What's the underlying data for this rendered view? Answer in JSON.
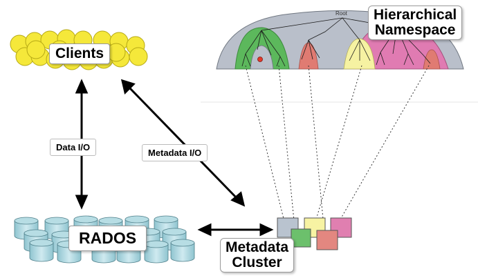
{
  "labels": {
    "clients": "Clients",
    "rados": "RADOS",
    "namespace_line1": "Hierarchical",
    "namespace_line2": "Namespace",
    "metadata_line1": "Metadata",
    "metadata_line2": "Cluster",
    "data_io": "Data I/O",
    "metadata_io": "Metadata I/O",
    "root": "Root"
  },
  "colors": {
    "clients_fill": "#f5e83a",
    "cylinder_fill": "#b7dde4",
    "namespace_fill": "#b9bfca",
    "subtree_green": "#5cb85c",
    "subtree_red": "#e07b72",
    "subtree_yellow": "#f6f2a2",
    "subtree_pink": "#e07bb2",
    "mds_gray": "#b9c3cf",
    "mds_green": "#6cc06c",
    "mds_yellow": "#f7f3a3",
    "mds_red": "#e38780",
    "mds_pink": "#e07fb0"
  }
}
